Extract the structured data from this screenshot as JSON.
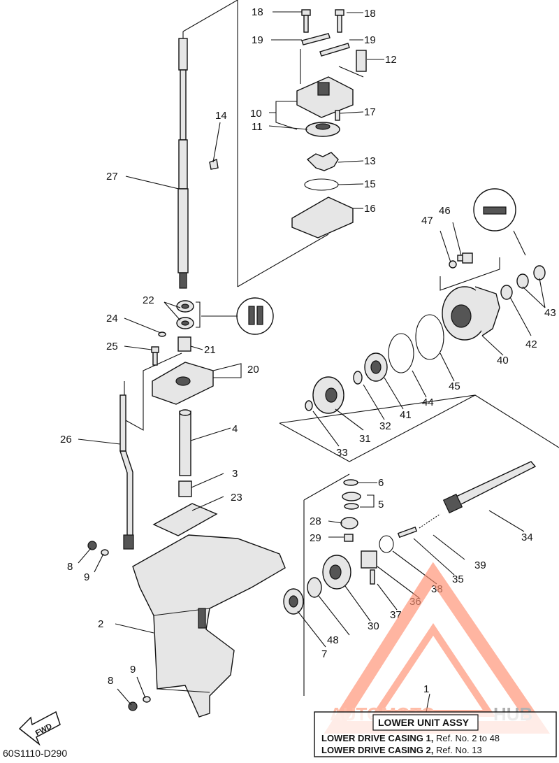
{
  "diagram": {
    "parts": [
      {
        "n": "1"
      },
      {
        "n": "2"
      },
      {
        "n": "3"
      },
      {
        "n": "4"
      },
      {
        "n": "5"
      },
      {
        "n": "6"
      },
      {
        "n": "7"
      },
      {
        "n": "8"
      },
      {
        "n": "9"
      },
      {
        "n": "10"
      },
      {
        "n": "11"
      },
      {
        "n": "12"
      },
      {
        "n": "13"
      },
      {
        "n": "14"
      },
      {
        "n": "15"
      },
      {
        "n": "16"
      },
      {
        "n": "17"
      },
      {
        "n": "18"
      },
      {
        "n": "19"
      },
      {
        "n": "20"
      },
      {
        "n": "21"
      },
      {
        "n": "22"
      },
      {
        "n": "23"
      },
      {
        "n": "24"
      },
      {
        "n": "25"
      },
      {
        "n": "26"
      },
      {
        "n": "27"
      },
      {
        "n": "28"
      },
      {
        "n": "29"
      },
      {
        "n": "30"
      },
      {
        "n": "31"
      },
      {
        "n": "32"
      },
      {
        "n": "33"
      },
      {
        "n": "34"
      },
      {
        "n": "35"
      },
      {
        "n": "36"
      },
      {
        "n": "37"
      },
      {
        "n": "38"
      },
      {
        "n": "39"
      },
      {
        "n": "40"
      },
      {
        "n": "41"
      },
      {
        "n": "42"
      },
      {
        "n": "43"
      },
      {
        "n": "44"
      },
      {
        "n": "45"
      },
      {
        "n": "46"
      },
      {
        "n": "47"
      },
      {
        "n": "48"
      }
    ],
    "fwd_label": "FWD",
    "diagram_code": "60S1110-D290"
  },
  "legend": {
    "ref_number": "1",
    "title": "LOWER UNIT ASSY",
    "rows": [
      {
        "name": "LOWER DRIVE CASING 1",
        "ref": "Ref. No. 2 to 48"
      },
      {
        "name": "LOWER DRIVE CASING 2",
        "ref": "Ref. No. 13"
      }
    ]
  },
  "watermark": {
    "part1": "AUTOMOTO",
    "part2": "HUB",
    "color": "#ff9a7a"
  }
}
